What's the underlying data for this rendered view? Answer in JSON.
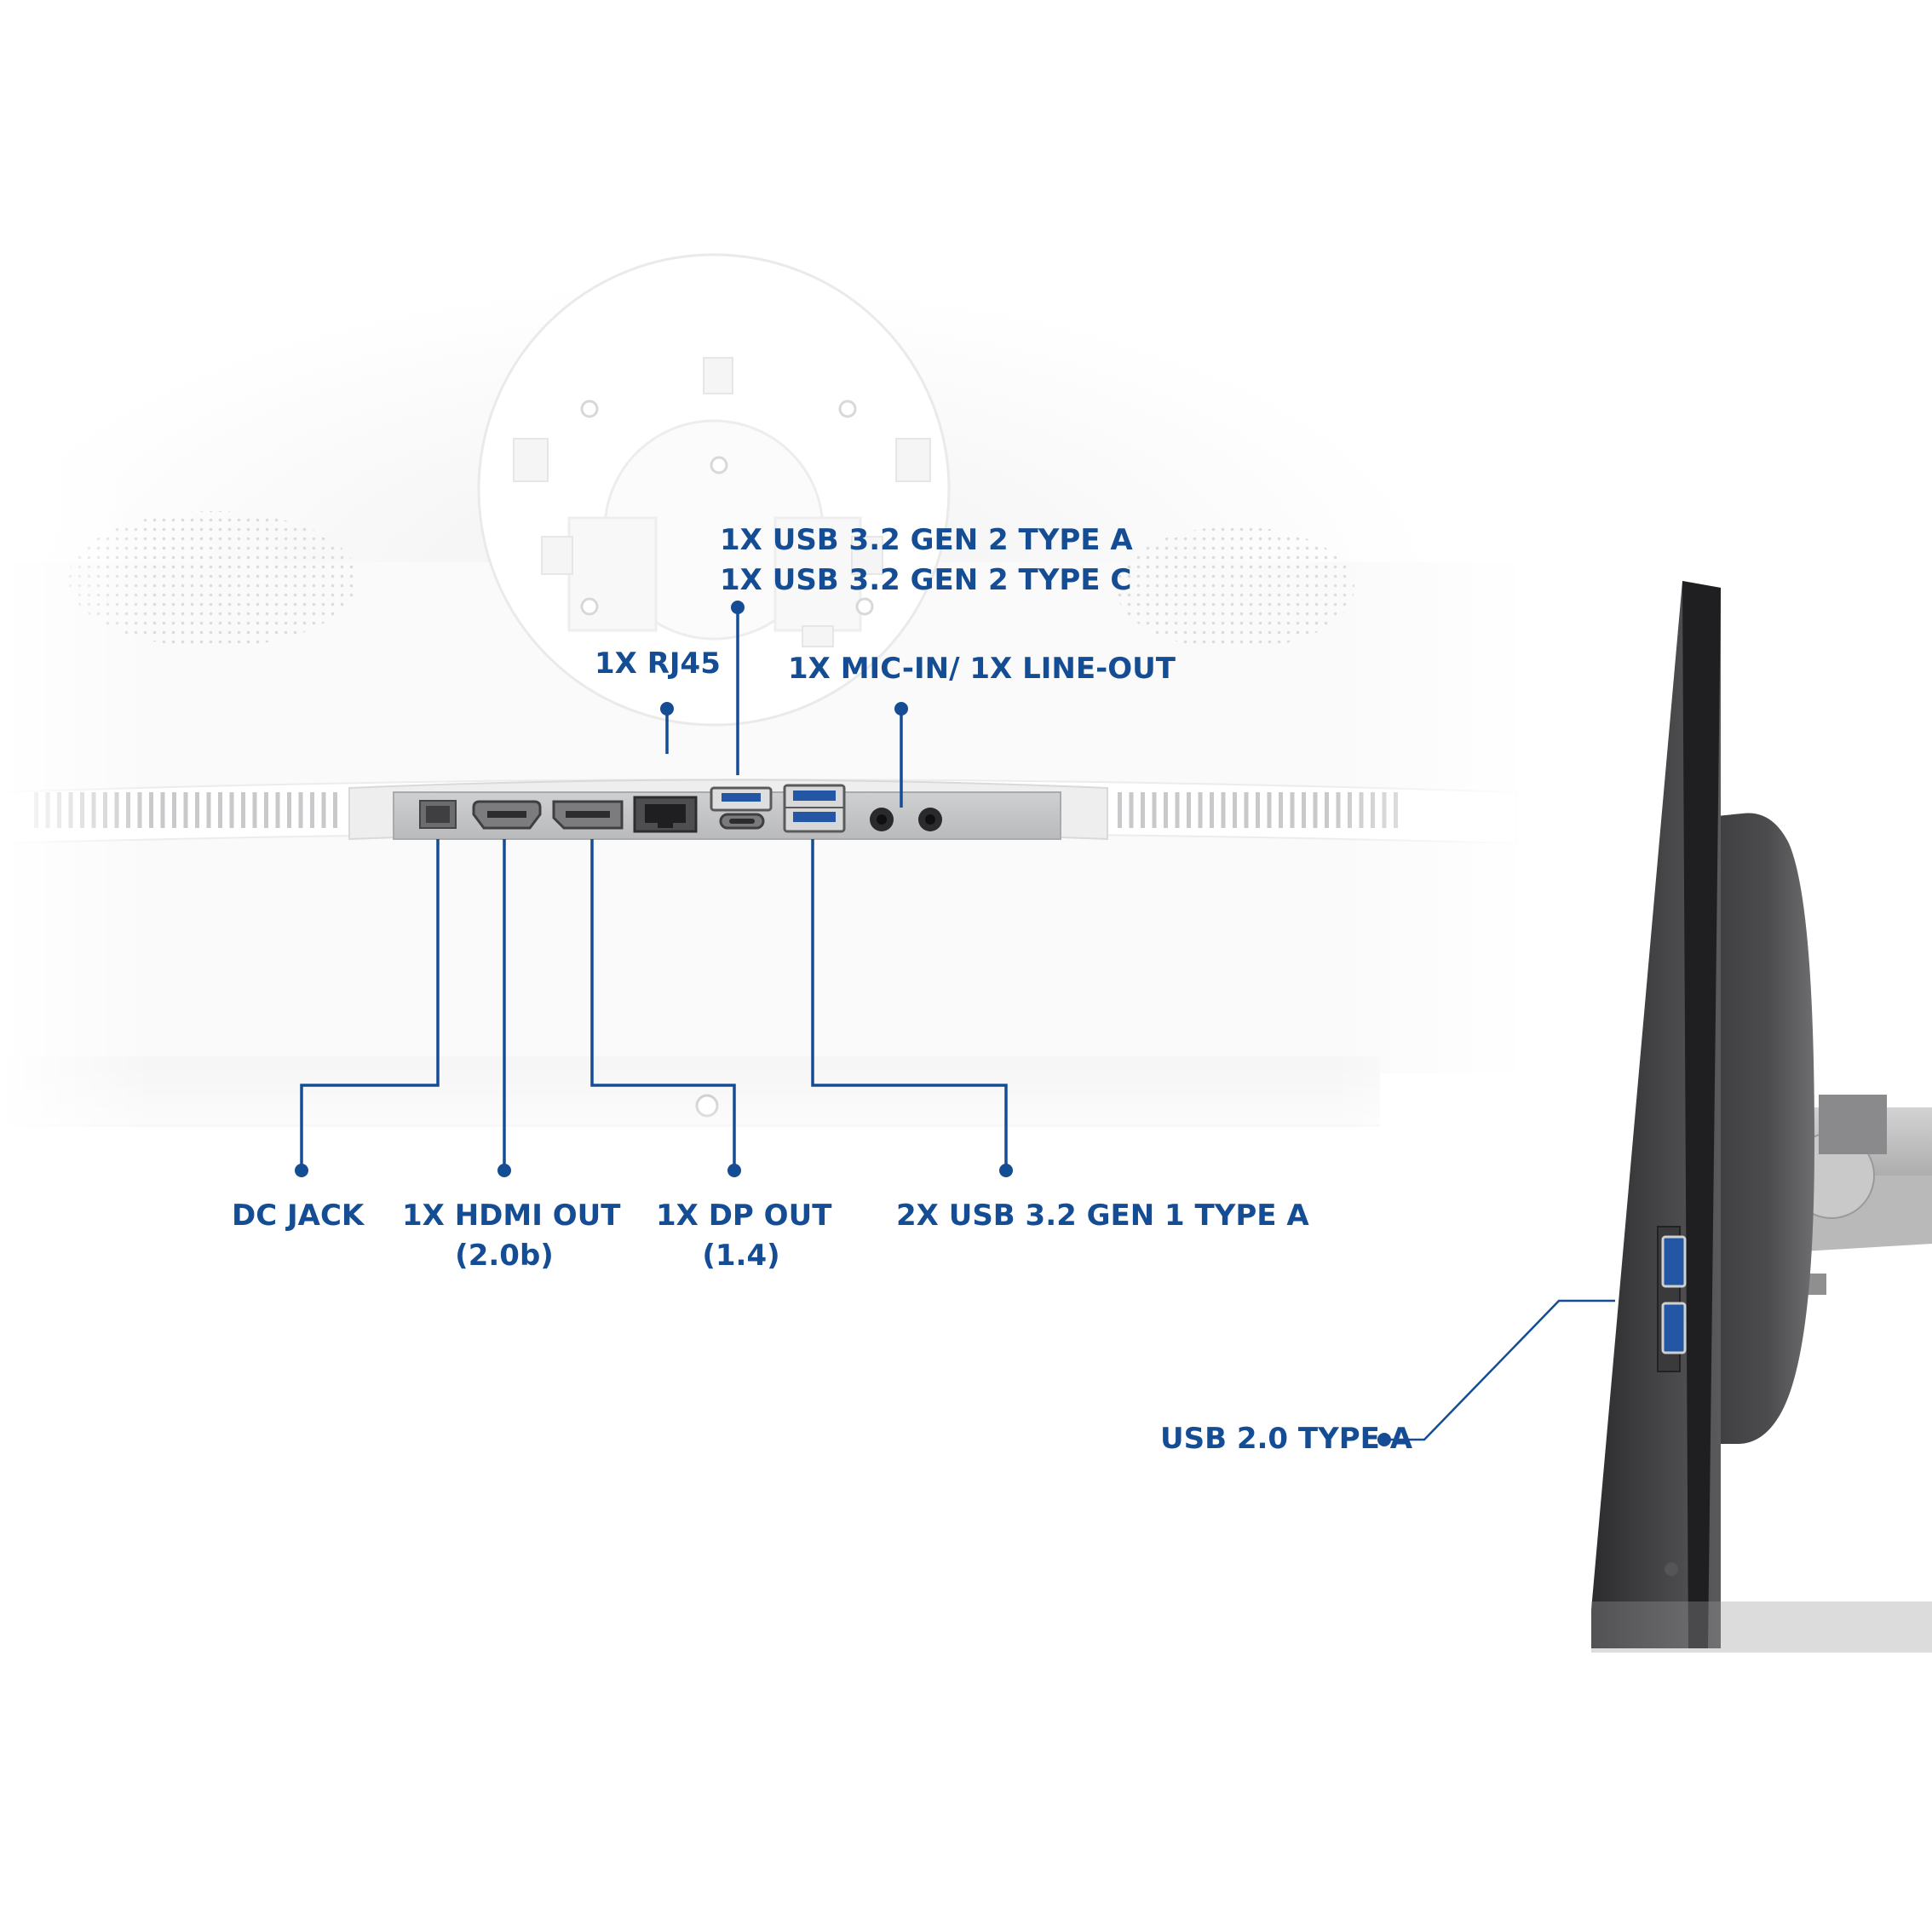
{
  "accent_color": "#154d95",
  "labels": {
    "usb_gen2": {
      "line1": "1X USB 3.2 GEN 2 TYPE A",
      "line2": "1X USB 3.2 GEN 2 TYPE C"
    },
    "rj45": "1X RJ45",
    "audio": "1X MIC-IN/ 1X LINE-OUT",
    "dc_jack": "DC JACK",
    "hdmi": {
      "line1": "1X HDMI OUT",
      "line2": "(2.0b)"
    },
    "dp": {
      "line1": "1X DP OUT",
      "line2": "(1.4)"
    },
    "usb_gen1": "2X USB 3.2 GEN 1 TYPE A",
    "usb_20": "USB 2.0 TYPE A"
  },
  "icons": [
    "dc-jack-port-icon",
    "hdmi-port-icon",
    "displayport-port-icon",
    "rj45-port-icon",
    "usb-a-port-icon",
    "usb-c-port-icon",
    "audio-jack-icon",
    "usb-a-side-port-icon"
  ]
}
